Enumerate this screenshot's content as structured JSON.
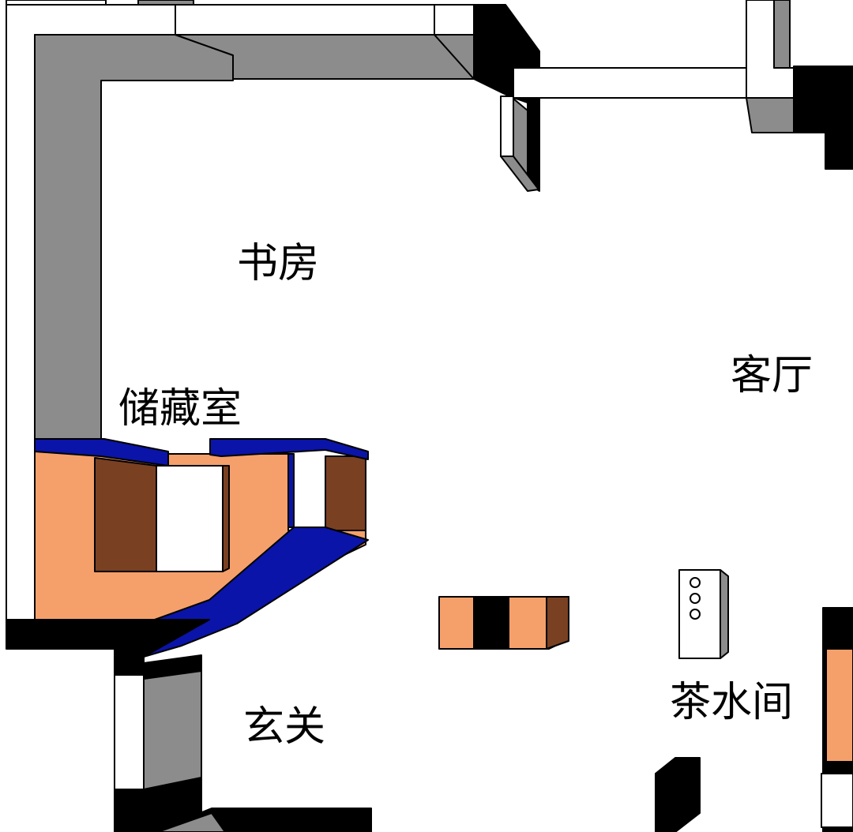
{
  "rooms": {
    "study": "书房",
    "living": "客厅",
    "storage": "储藏室",
    "foyer": "玄关",
    "tea": "茶水间"
  },
  "colors": {
    "wall_top": "#ffffff",
    "wall_side": "#8c8c8c",
    "wall_dark": "#000000",
    "cabinet_top": "#f5a06b",
    "cabinet_side": "#7a4022",
    "cabinet_edge": "#0b14a8"
  }
}
